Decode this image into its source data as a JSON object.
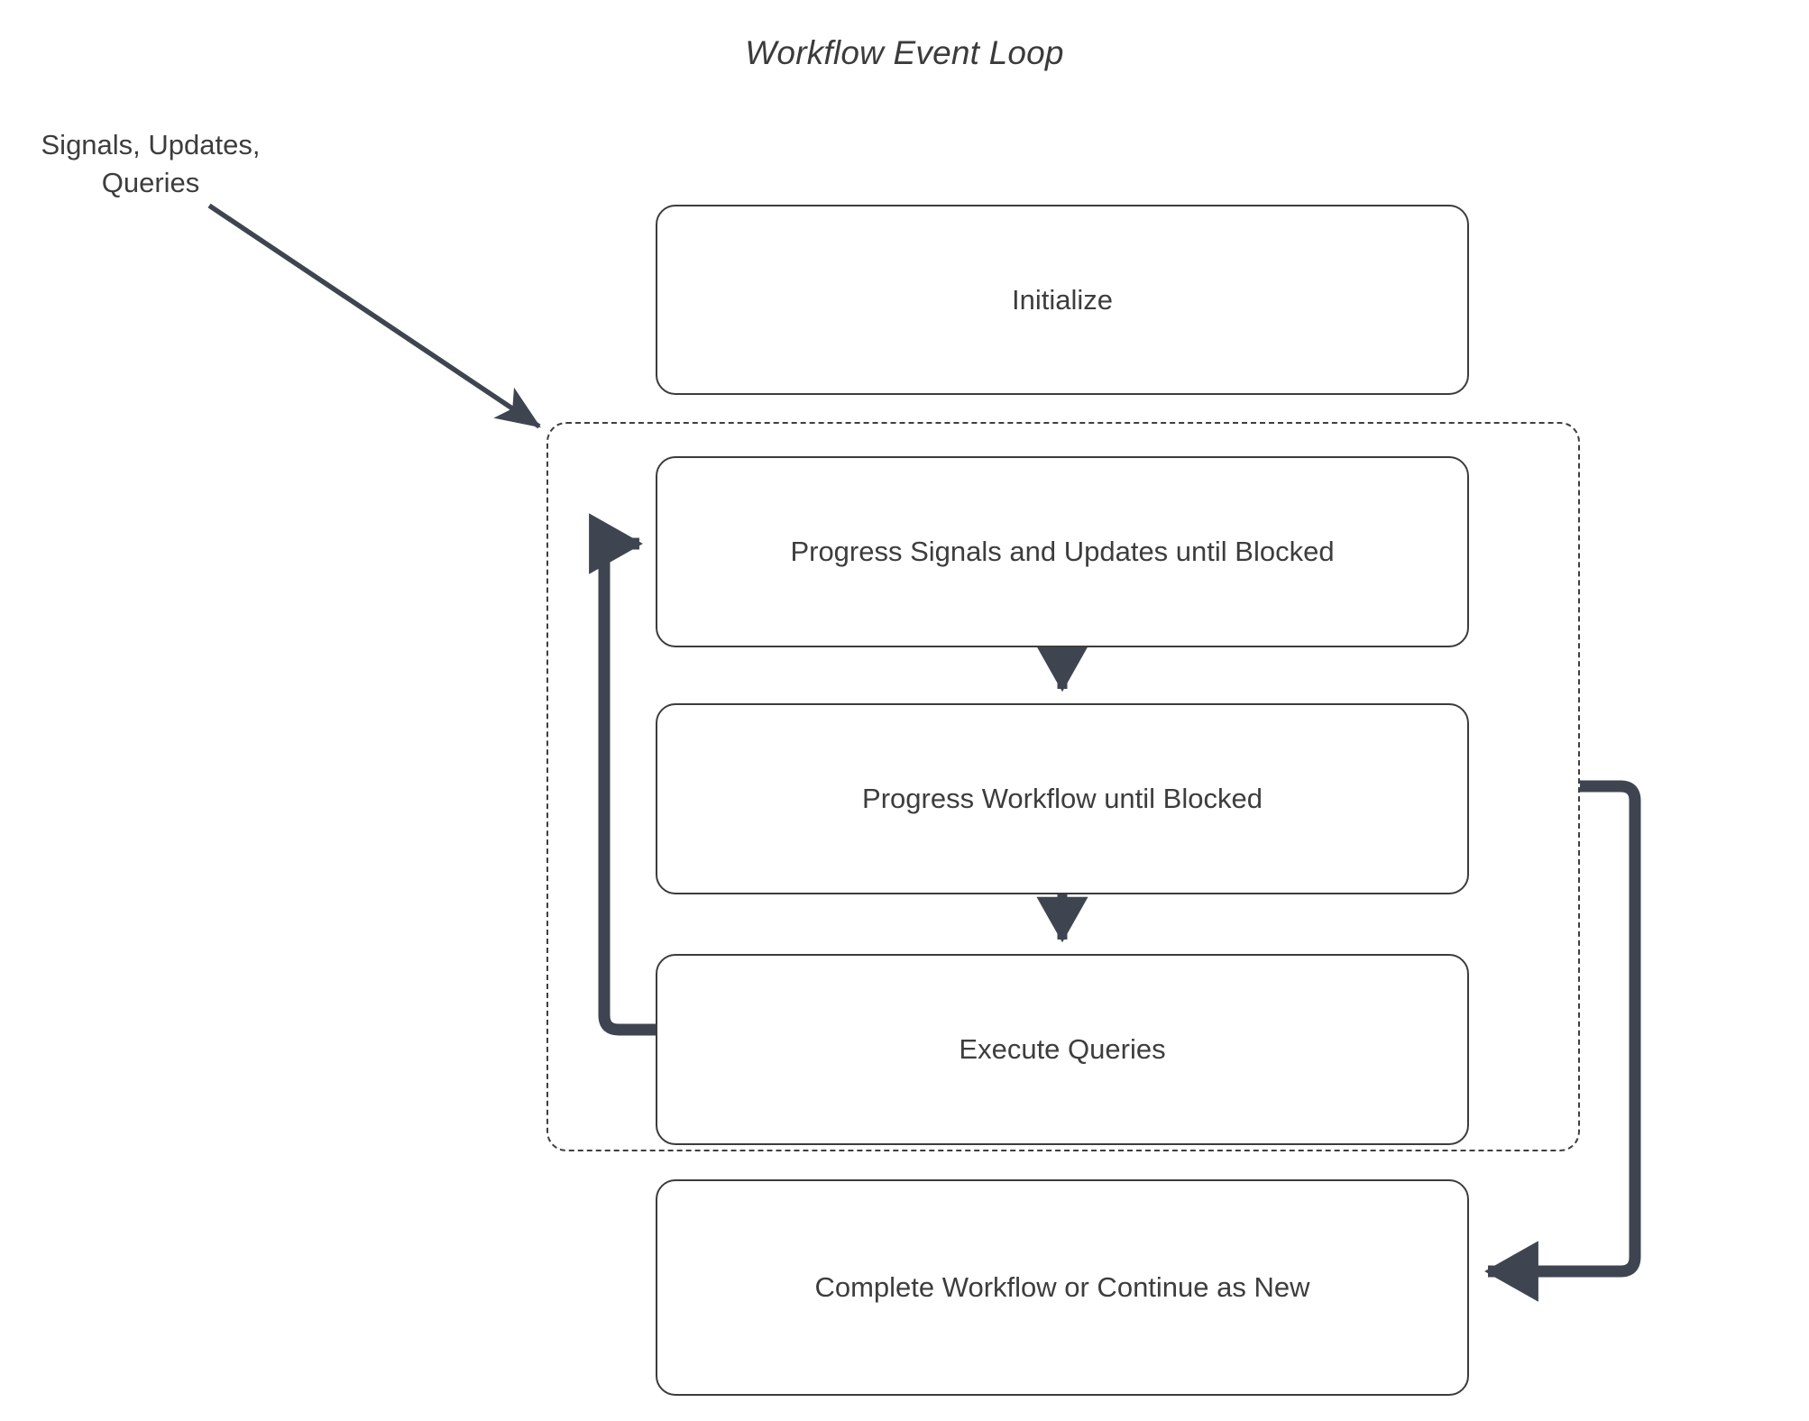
{
  "diagram": {
    "title": "Workflow Event Loop",
    "type": "flowchart",
    "external_input": {
      "label_line_1": "Signals, Updates,",
      "label_line_2": "Queries"
    },
    "nodes": [
      {
        "id": "initialize",
        "label": "Initialize"
      },
      {
        "id": "progress-signals",
        "label": "Progress Signals and Updates until Blocked"
      },
      {
        "id": "progress-workflow",
        "label": "Progress Workflow until Blocked"
      },
      {
        "id": "execute-queries",
        "label": "Execute Queries"
      },
      {
        "id": "complete",
        "label": "Complete Workflow or Continue as New"
      }
    ],
    "group": {
      "id": "event-loop-group",
      "style": "dashed",
      "members": [
        "progress-signals",
        "progress-workflow",
        "execute-queries"
      ]
    },
    "edges": [
      {
        "from": "external-input",
        "to": "event-loop-group",
        "style": "thin-diagonal"
      },
      {
        "from": "progress-signals",
        "to": "progress-workflow",
        "style": "thick-down"
      },
      {
        "from": "progress-workflow",
        "to": "execute-queries",
        "style": "thick-down"
      },
      {
        "from": "execute-queries",
        "to": "progress-signals",
        "style": "thick-loop-left"
      },
      {
        "from": "event-loop-group",
        "to": "complete",
        "style": "thick-loop-right"
      }
    ],
    "colors": {
      "connector": "#3f4550",
      "node_border": "#3c3c3c",
      "group_border": "#3f3f3f",
      "text": "#3d3d3d",
      "background": "#ffffff"
    }
  }
}
